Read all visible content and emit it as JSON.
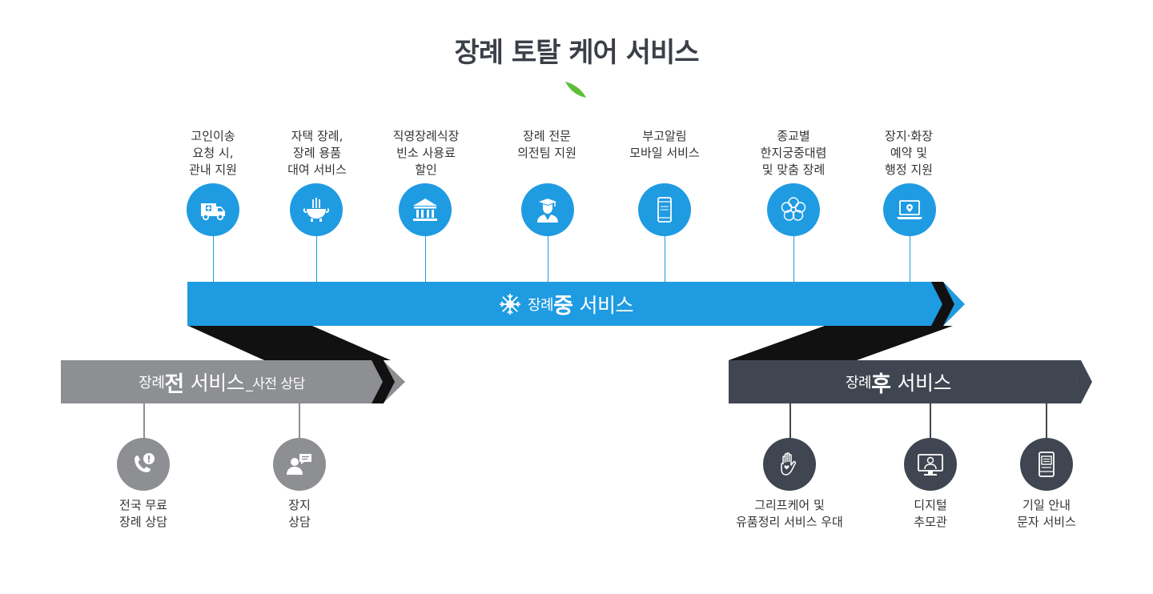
{
  "title": "장례 토탈 케어 서비스",
  "colors": {
    "during": "#1f9be2",
    "before": "#8d8f92",
    "after": "#404651",
    "leaf": "#5cbf3a"
  },
  "during": {
    "label_prefix": "장례",
    "label_strong": "중",
    "label_rest": "서비스",
    "items": [
      {
        "label": "고인이송\n요청 시,\n관내 지원",
        "icon": "ambulance-icon"
      },
      {
        "label": "자택 장례,\n장례 용품\n대여 서비스",
        "icon": "incense-burner-icon"
      },
      {
        "label": "직영장례식장\n빈소 사용료\n할인",
        "icon": "building-icon"
      },
      {
        "label": "장례 전문\n의전팀 지원",
        "icon": "graduate-icon"
      },
      {
        "label": "부고알림\n모바일 서비스",
        "icon": "mobile-icon"
      },
      {
        "label": "종교별\n한지궁중대렴\n및 맞춤 장례",
        "icon": "flower-icon"
      },
      {
        "label": "장지·화장\n예약 및\n행정 지원",
        "icon": "laptop-icon"
      }
    ]
  },
  "before": {
    "label_prefix": "장례",
    "label_strong": "전",
    "label_rest": "서비스",
    "label_tail": "_사전 상담",
    "items": [
      {
        "label": "전국 무료\n장례 상담",
        "icon": "phone-icon"
      },
      {
        "label": "장지\n상담",
        "icon": "consult-icon"
      }
    ]
  },
  "after": {
    "label_prefix": "장례",
    "label_strong": "후",
    "label_rest": "서비스",
    "items": [
      {
        "label": "그리프케어 및\n유품정리 서비스 우대",
        "icon": "heart-hand-icon"
      },
      {
        "label": "디지털\n추모관",
        "icon": "monitor-person-icon"
      },
      {
        "label": "기일 안내\n문자 서비스",
        "icon": "phone-message-icon"
      }
    ]
  }
}
